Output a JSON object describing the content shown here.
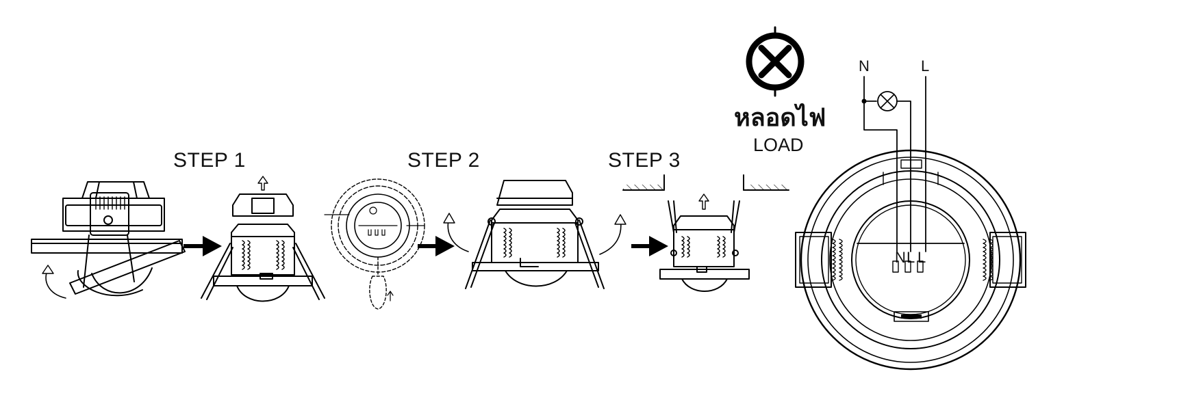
{
  "steps": [
    {
      "label": "STEP 1"
    },
    {
      "label": "STEP 2"
    },
    {
      "label": "STEP 3"
    }
  ],
  "lamp": {
    "label_thai": "หลอดไฟ",
    "label_en": "LOAD",
    "icon": "lamp-symbol-icon"
  },
  "wiring": {
    "neutral_label": "N",
    "live_label": "L",
    "terminals": [
      "N",
      "L",
      "L"
    ]
  },
  "colors": {
    "stroke": "#000000",
    "background": "#ffffff"
  }
}
